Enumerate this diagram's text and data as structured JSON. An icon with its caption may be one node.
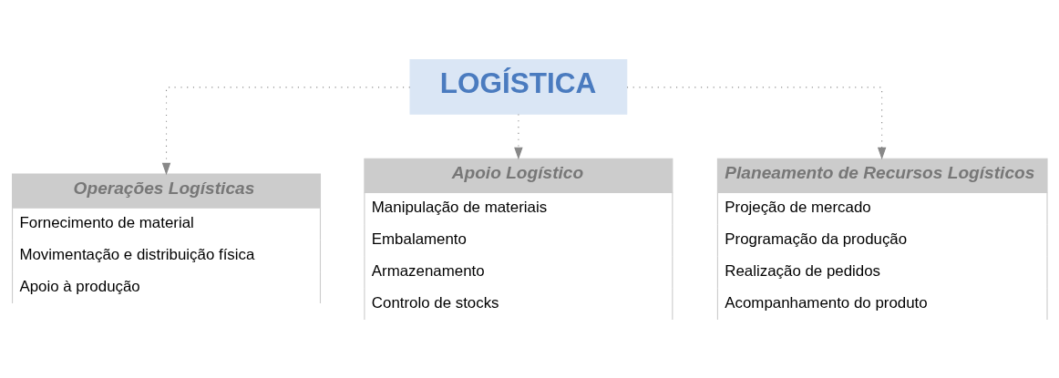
{
  "diagram": {
    "nodes": [
      {
        "text": [
          "LOGÍSTICA"
        ]
      },
      {
        "text": [
          "Operações Logísticas",
          "Fornecimento de material",
          "Movimentação e distribuição física",
          "Apoio à produção"
        ]
      },
      {
        "text": [
          "Apoio Logístico",
          "Manipulação de materiais",
          "Embalamento",
          "Armazenamento",
          "Controlo de stocks"
        ]
      },
      {
        "text": [
          "Planeamento de Recursos Logísticos",
          "Projeção de mercado",
          "Programação da produção",
          "Realização de pedidos",
          "Acompanhamento do produto"
        ]
      }
    ],
    "edges": [
      {
        "from": 0,
        "to": 1,
        "arrow": "to",
        "style": "dashed"
      },
      {
        "from": 0,
        "to": 2,
        "arrow": "to",
        "style": "dashed"
      },
      {
        "from": 0,
        "to": 3,
        "arrow": "to",
        "style": "dashed"
      }
    ]
  }
}
